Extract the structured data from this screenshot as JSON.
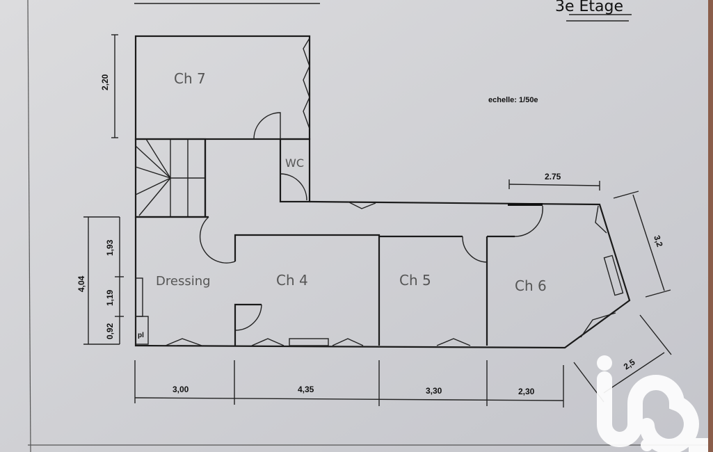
{
  "plan": {
    "title": "3e Etage",
    "scale": "echelle: 1/50e",
    "rooms": {
      "ch7": "Ch 7",
      "wc": "WC",
      "dressing": "Dressing",
      "ch4": "Ch 4",
      "ch5": "Ch 5",
      "ch6": "Ch 6",
      "pl": "pl"
    },
    "dimensions": {
      "ch7_height": "2,20",
      "left_total": "4,04",
      "left_top": "1,93",
      "left_mid": "1,19",
      "left_bottom": "0,92",
      "bottom_1": "3,00",
      "bottom_2": "4,35",
      "bottom_3": "3,30",
      "bottom_4": "2,30",
      "top_right": "2.75",
      "right_diag": "3,2",
      "bottom_diag": "2,5"
    }
  },
  "watermark": "iad"
}
